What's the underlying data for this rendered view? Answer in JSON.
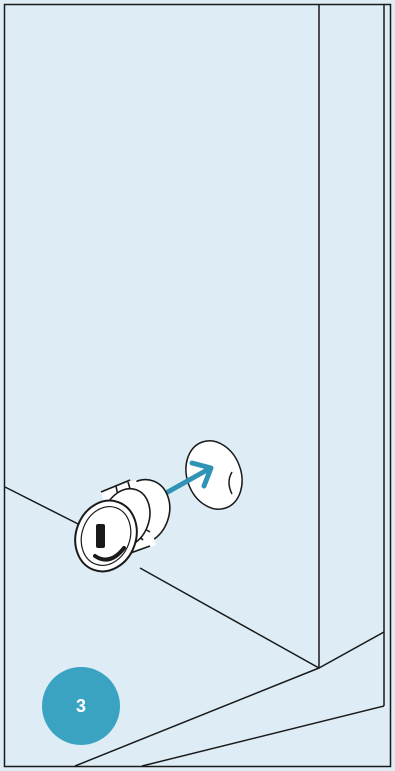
{
  "step": {
    "number": "3"
  },
  "colors": {
    "panel_fill": "#deedf5",
    "line": "#1a1a1a",
    "arrow": "#2e93b5",
    "badge": "#3aa3c2",
    "badge_text": "#ffffff"
  },
  "icons": {
    "cam_lock": "cam-lock-fitting",
    "hole": "pre-drilled-hole",
    "arrow": "insert-direction-arrow"
  }
}
